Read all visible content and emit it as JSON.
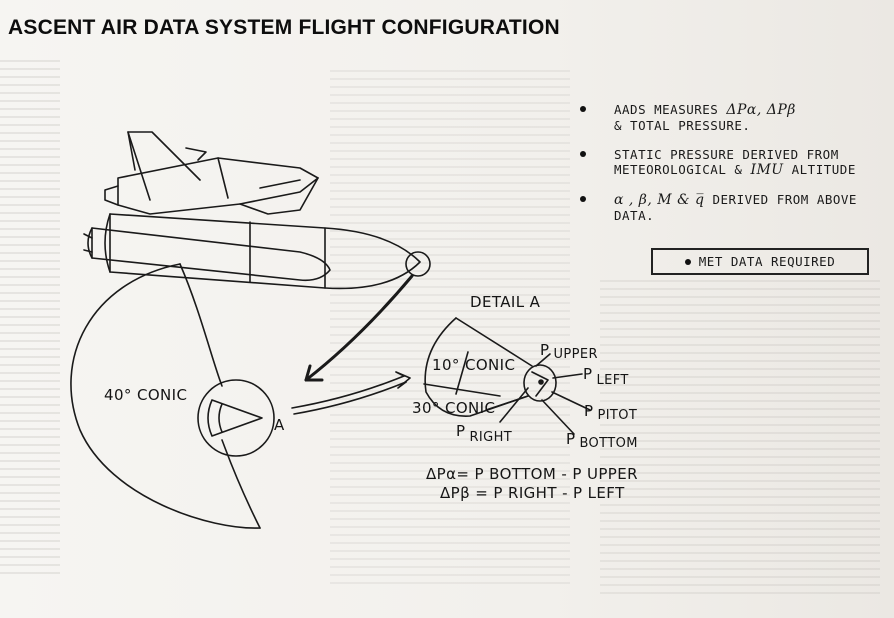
{
  "title": "ASCENT AIR DATA SYSTEM FLIGHT CONFIGURATION",
  "bullets": [
    {
      "line1": "AADS MEASURES ",
      "hand": "ΔPα, ΔPβ",
      "line2": "& TOTAL PRESSURE."
    },
    {
      "line1": "STATIC PRESSURE DERIVED FROM",
      "line2a": "METEOROLOGICAL & ",
      "hand": "IMU",
      "line2b": " ALTITUDE"
    },
    {
      "hand": "α , β, M & q̅",
      "line1": " DERIVED FROM ABOVE",
      "line2": "DATA."
    }
  ],
  "met_box": "MET DATA REQUIRED",
  "labels": {
    "conic40": "40° CONIC",
    "a_marker": "A",
    "detail": "DETAIL A",
    "conic10": "10° CONIC",
    "conic30": "30° CONIC",
    "p_upper_p": "P",
    "p_upper": "UPPER",
    "p_left_p": "P",
    "p_left": "LEFT",
    "p_pitot_p": "P",
    "p_pitot": "PITOT",
    "p_right_p": "P",
    "p_right": "RIGHT",
    "p_bottom_p": "P",
    "p_bottom": "BOTTOM"
  },
  "equations": {
    "eq1": "ΔPα= P BOTTOM - P UPPER",
    "eq2": "ΔPβ = P RIGHT - P LEFT"
  }
}
